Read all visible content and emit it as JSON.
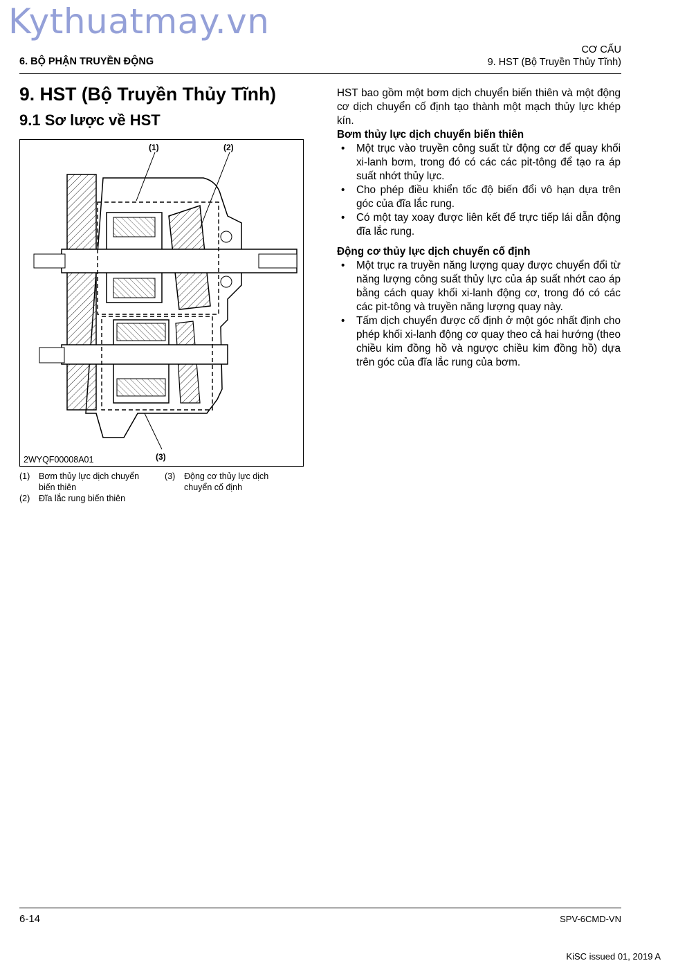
{
  "watermark": "Kythuatmay.vn",
  "header": {
    "left": "6. BỘ PHẬN TRUYỀN ĐỘNG",
    "right_line1": "CƠ CẤU",
    "right_line2": "9. HST (Bộ Truyền Thủy Tĩnh)"
  },
  "title": "9. HST (Bộ Truyền Thủy Tĩnh)",
  "subtitle": "9.1 Sơ lược về HST",
  "figure": {
    "code": "2WYQF00008A01",
    "callouts": [
      "(1)",
      "(2)",
      "(3)"
    ]
  },
  "legend": [
    {
      "num": "(1)",
      "text": "Bơm thủy lực dịch chuyển biến thiên"
    },
    {
      "num": "(2)",
      "text": "Đĩa lắc rung biến thiên"
    },
    {
      "num": "(3)",
      "text": "Động cơ thủy lực dịch chuyển cố định"
    }
  ],
  "intro": "HST bao gồm một bơm dịch chuyển biến thiên và một động cơ dịch chuyển cố định tạo thành một mạch thủy lực khép kín.",
  "sections": [
    {
      "heading": "Bơm thủy lực dịch chuyển biến thiên",
      "bullets": [
        "Một trục vào truyền công suất từ động cơ để quay khối xi-lanh bơm, trong đó có các các pit-tông để tạo ra áp suất nhớt thủy lực.",
        "Cho phép điều khiển tốc độ biến đổi vô hạn dựa trên góc của đĩa lắc rung.",
        "Có một tay xoay được liên kết để trực tiếp lái dẫn động đĩa lắc rung."
      ]
    },
    {
      "heading": "Động cơ thủy lực dịch chuyển cố định",
      "bullets": [
        "Một trục ra truyền năng lượng quay được chuyển đổi từ năng lượng công suất thủy lực của áp suất nhớt cao áp bằng cách quay khối xi-lanh động cơ, trong đó có các các pit-tông và truyền năng lượng quay này.",
        "Tấm dịch chuyển được cố định ở một góc nhất định cho phép khối xi-lanh động cơ quay theo cả hai hướng (theo chiều kim đồng hồ và ngược chiều kim đồng hồ) dựa trên góc của đĩa lắc rung của bơm."
      ]
    }
  ],
  "bullet_glyph": "•",
  "footer": {
    "page": "6-14",
    "doc": "SPV-6CMD-VN",
    "issued": "KiSC issued 01, 2019 A"
  }
}
